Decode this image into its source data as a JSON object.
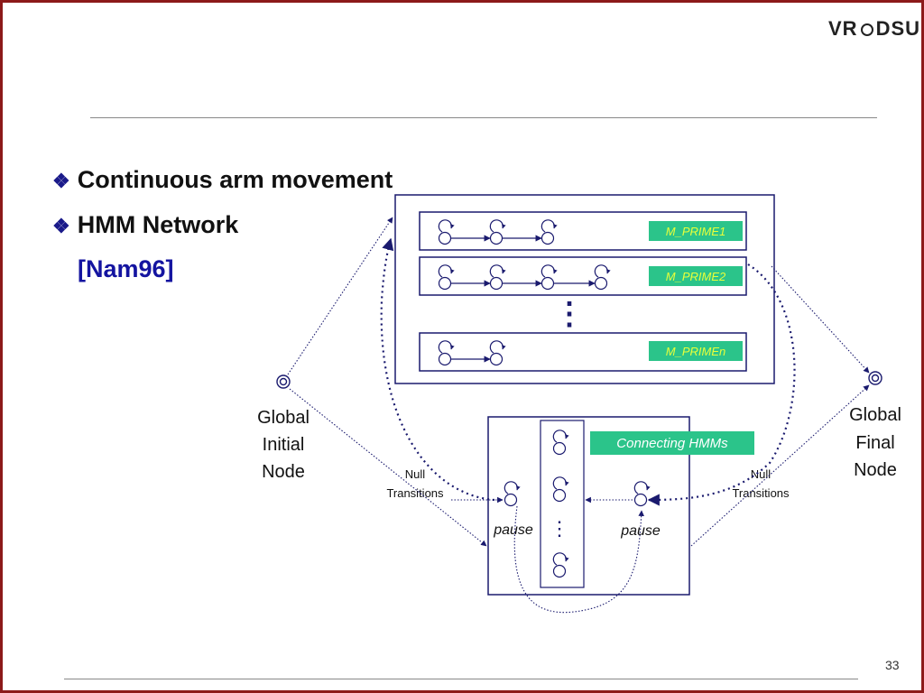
{
  "logo": {
    "text_left": "VR",
    "text_right": "DSU"
  },
  "bullets": [
    {
      "mark": "❖",
      "text": "Continuous arm movement"
    },
    {
      "mark": "❖",
      "text": "HMM Network"
    }
  ],
  "reference": "[Nam96]",
  "page_number": "33",
  "diagram": {
    "hmm_labels": [
      "M_PRIME1",
      "M_PRIME2",
      "M_PRIMEn"
    ],
    "ellipsis": "⋮",
    "connecting_label": "Connecting HMMs",
    "global_initial": [
      "Global",
      "Initial",
      "Node"
    ],
    "global_final": [
      "Global",
      "Final",
      "Node"
    ],
    "null_transitions_left": [
      "Null",
      "Transitions"
    ],
    "null_transitions_right": [
      "Null",
      "Transitions"
    ],
    "pause_left": "pause",
    "pause_right": "pause",
    "colors": {
      "navy": "#1a1a6e",
      "label_bg": "#2bc48a",
      "label_fg": "#e8ff3a",
      "connect_fg": "#ffffff"
    }
  }
}
